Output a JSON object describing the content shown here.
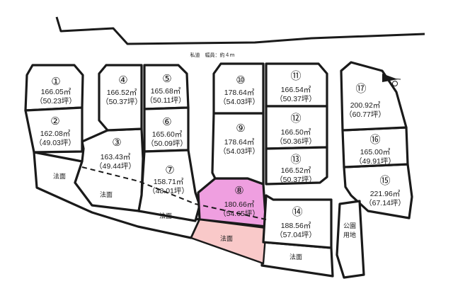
{
  "road_label": "私道　幅員：約４ｍ",
  "lots": [
    {
      "no": "①",
      "area": "166.05㎡",
      "tsubo": "（50.23坪）"
    },
    {
      "no": "②",
      "area": "162.08㎡",
      "tsubo": "（49.03坪）"
    },
    {
      "no": "③",
      "area": "163.43㎡",
      "tsubo": "（49.44坪）"
    },
    {
      "no": "④",
      "area": "166.52㎡",
      "tsubo": "（50.37坪）"
    },
    {
      "no": "⑤",
      "area": "165.68㎡",
      "tsubo": "（50.11坪）"
    },
    {
      "no": "⑥",
      "area": "165.60㎡",
      "tsubo": "（50.09坪）"
    },
    {
      "no": "⑦",
      "area": "158.71㎡",
      "tsubo": "（48.01坪）"
    },
    {
      "no": "⑧",
      "area": "180.66㎡",
      "tsubo": "（54.65坪）"
    },
    {
      "no": "⑨",
      "area": "178.64㎡",
      "tsubo": "（54.03坪）"
    },
    {
      "no": "⑩",
      "area": "178.64㎡",
      "tsubo": "（54.03坪）"
    },
    {
      "no": "⑪",
      "area": "166.54㎡",
      "tsubo": "（50.37坪）"
    },
    {
      "no": "⑫",
      "area": "166.50㎡",
      "tsubo": "（50.36坪）"
    },
    {
      "no": "⑬",
      "area": "166.52㎡",
      "tsubo": "（50.37坪）"
    },
    {
      "no": "⑭",
      "area": "188.56㎡",
      "tsubo": "（57.04坪）"
    },
    {
      "no": "⑮",
      "area": "221.96㎡",
      "tsubo": "（67.14坪）"
    },
    {
      "no": "⑯",
      "area": "165.00㎡",
      "tsubo": "（49.91坪）"
    },
    {
      "no": "⑰",
      "area": "200.92㎡",
      "tsubo": "（60.77坪）"
    }
  ],
  "slope_label": "法面",
  "park_label": [
    "公園",
    "用地"
  ],
  "highlight_color": "#ef9fe0",
  "highlight_slope_color": "#f9c9c9",
  "north_icon": "north-arrow-icon"
}
